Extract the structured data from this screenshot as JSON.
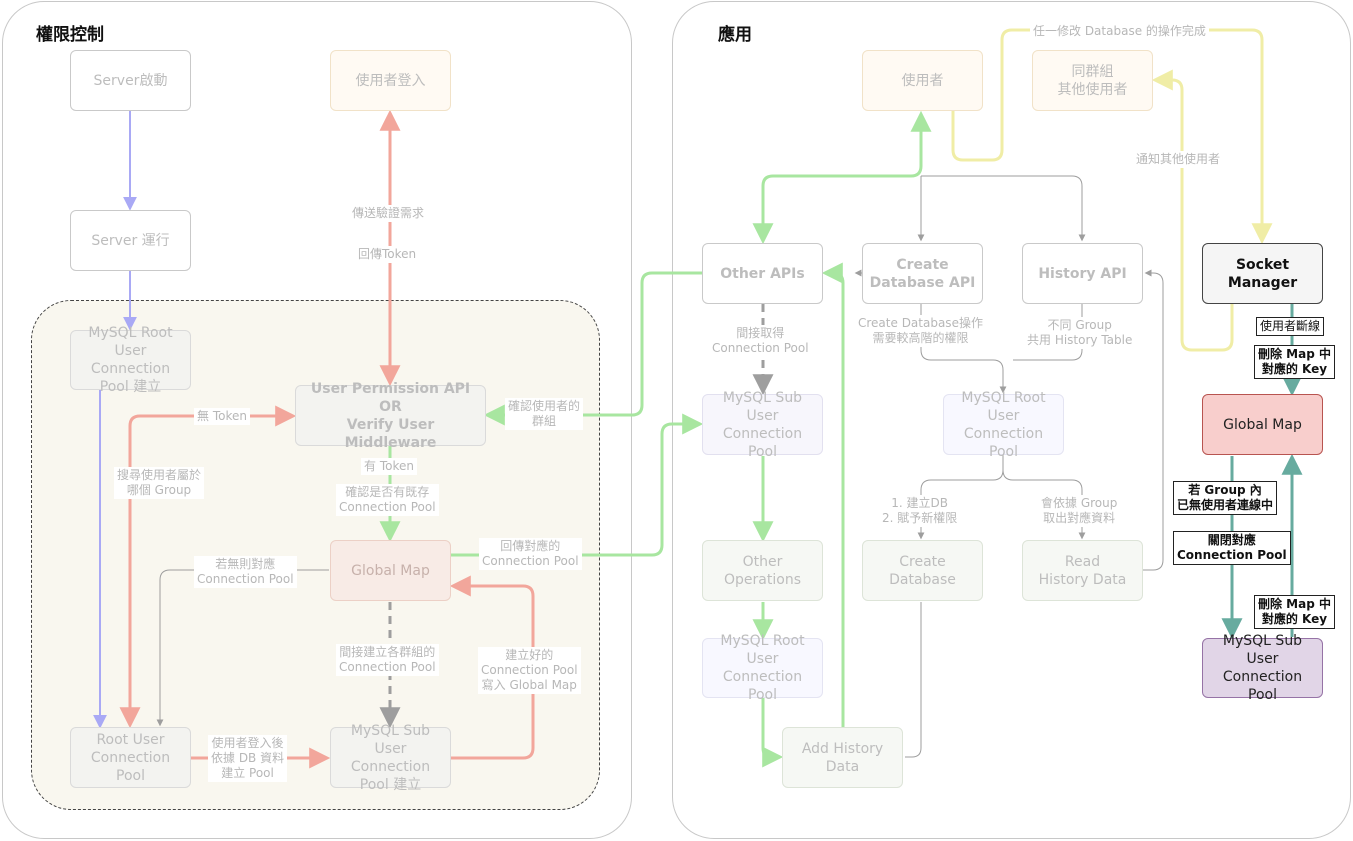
{
  "panels": {
    "left_title": "權限控制",
    "right_title": "應用"
  },
  "nodes": {
    "server_start": "Server啟動",
    "user_login": "使用者登入",
    "server_running": "Server 運行",
    "mysql_root_pool_build": "MySQL Root\nUser Connection\nPool 建立",
    "user_permission_api": "User Permission API\nOR\nVerify User Middleware",
    "global_map_left": "Global Map",
    "root_user_pool": "Root User\nConnection Pool",
    "mysql_sub_pool_build": "MySQL Sub\nUser Connection\nPool 建立",
    "user": "使用者",
    "same_group_users": "同群組\n其他使用者",
    "other_apis": "Other APIs",
    "create_database_api": "Create\nDatabase API",
    "history_api": "History API",
    "socket_manager": "Socket\nManager",
    "mysql_sub_pool_app": "MySQL Sub User\nConnection Pool",
    "mysql_root_pool_mid": "MySQL Root\nUser Connection\nPool",
    "global_map_right": "Global Map",
    "other_operations": "Other Operations",
    "create_database": "Create\nDatabase",
    "read_history_data": "Read\nHistory Data",
    "mysql_root_pool_low": "MySQL Root\nUser Connection\nPool",
    "mysql_sub_pool_right": "MySQL Sub User\nConnection Pool",
    "add_history_data": "Add History Data"
  },
  "labels": {
    "send_auth": "傳送驗證需求",
    "return_token": "回傳Token",
    "no_token": "無 Token",
    "has_token": "有 Token",
    "confirm_pool": "確認是否有既存\nConnection Pool",
    "confirm_group": "確認使用者的\n群組",
    "find_group": "搜尋使用者屬於\n哪個 Group",
    "if_no_pool": "若無則對應\nConnection Pool",
    "return_pool": "回傳對應的\nConnection Pool",
    "indirect_build": "間接建立各群組的\nConnection Pool",
    "built_pool": "建立好的\nConnection Pool\n寫入 Global Map",
    "after_login": "使用者登入後\n依據 DB 資料\n建立 Pool",
    "indirect_get": "間接取得\nConnection Pool",
    "create_db_high": "Create Database操作\n需要較高階的權限",
    "diff_group": "不同 Group\n共用 History Table",
    "build_db": "1. 建立DB\n2. 賦予新權限",
    "by_group": "會依據 Group\n取出對應資料",
    "any_modify": "任一修改 Database 的操作完成",
    "notify_others": "通知其他使用者",
    "user_disconnect": "使用者斷線",
    "delete_key_1": "刪除 Map 中\n對應的 Key",
    "if_group_empty": "若 Group 內\n已無使用者連線中",
    "close_pool": "關閉對應\nConnection Pool",
    "delete_key_2": "刪除 Map 中\n對應的 Key"
  },
  "colors": {
    "blue": "#a9a9f5",
    "red": "#f2a69b",
    "green": "#a8e6a0",
    "gray": "#9e9e9e",
    "yellow": "#f0eda6",
    "teal": "#67ab9f"
  }
}
